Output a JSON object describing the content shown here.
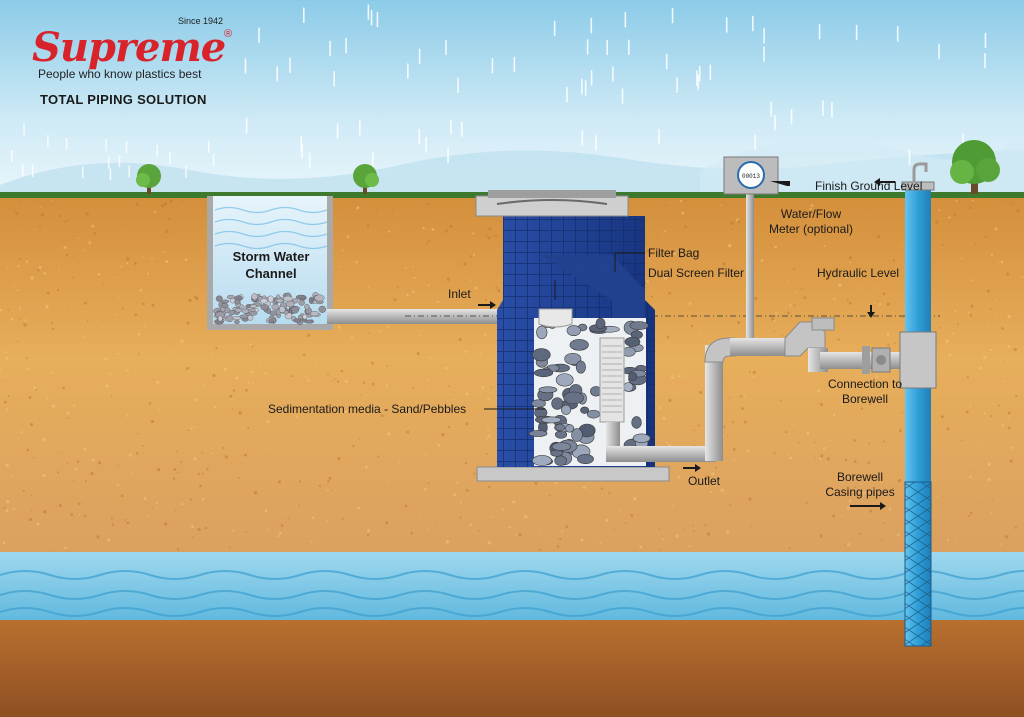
{
  "brand": {
    "since": "Since 1942",
    "name": "Supreme",
    "registered": "®",
    "tagline": "People  who know plastics best",
    "solution": "TOTAL PIPING SOLUTION"
  },
  "labels": {
    "storm_water_channel": "Storm Water Channel",
    "inlet": "Inlet",
    "filter_bag": "Filter Bag",
    "dual_screen_filter": "Dual Screen Filter",
    "sedimentation_media": "Sedimentation media - Sand/Pebbles",
    "outlet": "Outlet",
    "finish_ground_level": "Finish Ground Level",
    "water_flow_meter": "Water/Flow Meter (optional)",
    "hydraulic_level": "Hydraulic Level",
    "connection_to_borewell": "Connection to Borewell",
    "borewell_casing_pipes": "Borewell Casing pipes",
    "meter_display": "00013"
  },
  "colors": {
    "brand_red": "#d8232a",
    "sky_top": "#9dd3ec",
    "soil": "#e0a049",
    "tank_blue": "#1b3f93",
    "pipe_grey": "#bcbcbc",
    "borewell_blue": "#34a9e0",
    "water": "#6ec3e3",
    "deep_soil": "#b36830"
  }
}
